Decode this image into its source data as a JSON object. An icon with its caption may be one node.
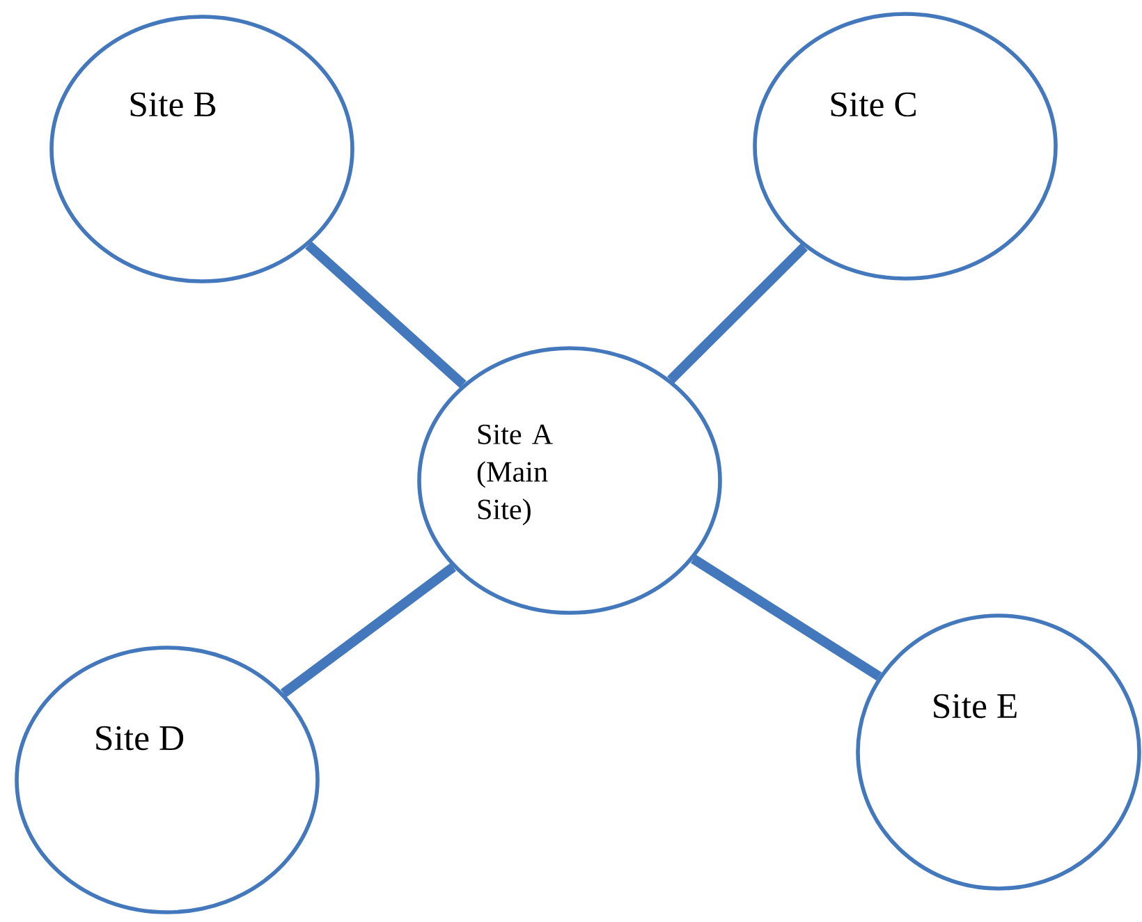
{
  "diagram": {
    "nodes": [
      {
        "text": [
          "Site A (Main Site)"
        ]
      },
      {
        "text": [
          "Site B"
        ]
      },
      {
        "text": [
          "Site C"
        ]
      },
      {
        "text": [
          "Site D"
        ]
      },
      {
        "text": [
          "Site E"
        ]
      }
    ],
    "edges": [
      {
        "from": 1,
        "to": 0,
        "arrow": "none"
      },
      {
        "from": 2,
        "to": 0,
        "arrow": "none"
      },
      {
        "from": 3,
        "to": 0,
        "arrow": "none"
      },
      {
        "from": 4,
        "to": 0,
        "arrow": "none"
      }
    ]
  }
}
